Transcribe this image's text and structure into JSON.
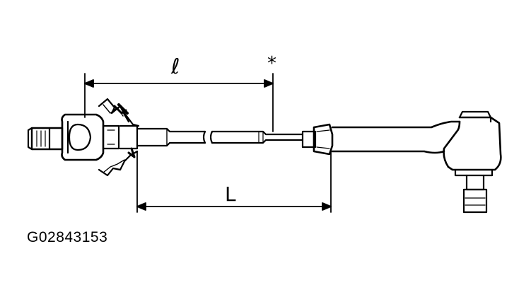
{
  "diagram": {
    "dimension_upper": "ℓ",
    "dimension_lower": "L",
    "marker": "*",
    "figure_id": "G02843153"
  },
  "colors": {
    "line": "#000000",
    "background": "#ffffff"
  }
}
